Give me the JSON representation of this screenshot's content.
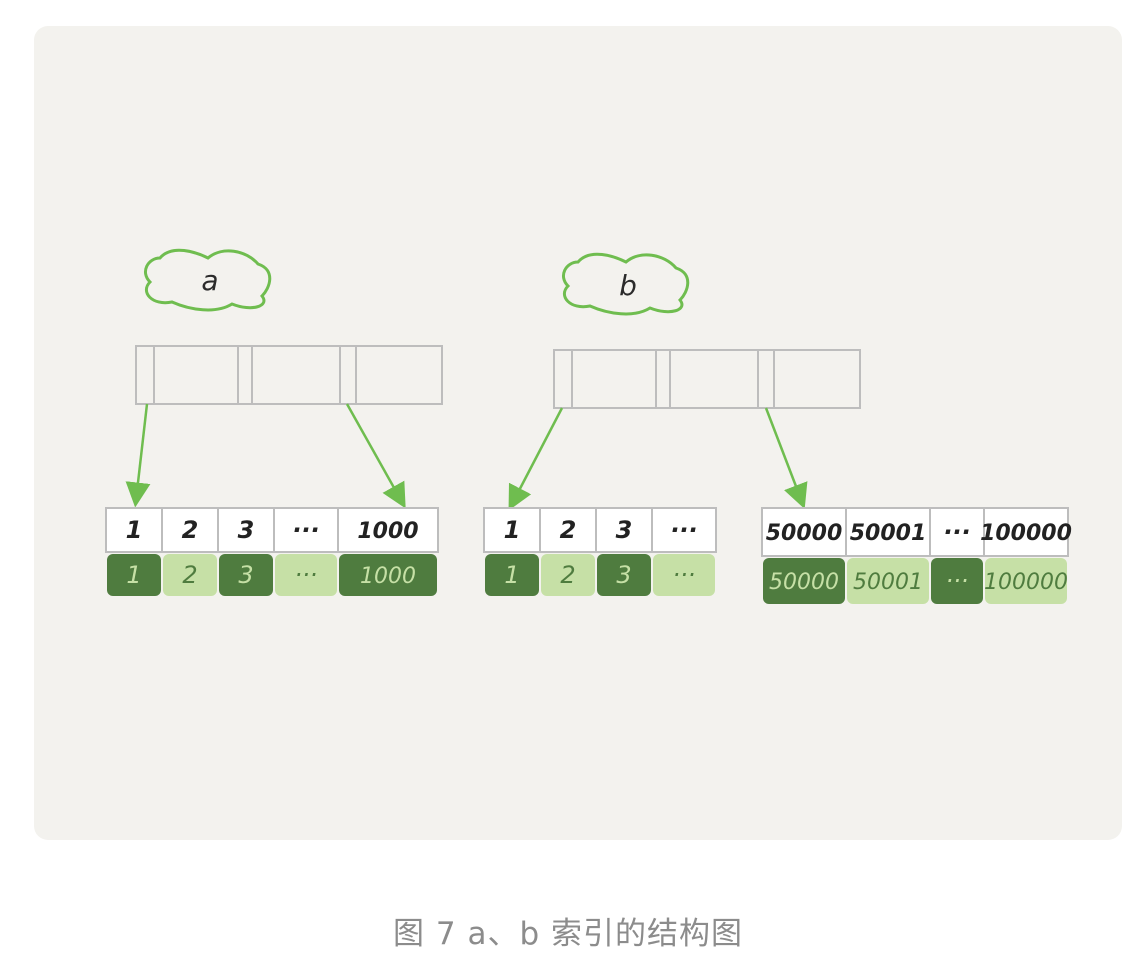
{
  "caption": "图 7 a、b 索引的结构图",
  "colors": {
    "dark_green": "#4f7c3f",
    "light_green": "#c6e0a6",
    "arrow_green": "#6fbd4f",
    "cell_border": "#bdbdbd"
  },
  "indexes": [
    {
      "label": "a",
      "leaves": [
        {
          "keys": [
            "1",
            "2",
            "3",
            "···",
            "1000"
          ],
          "ids": [
            "1",
            "2",
            "3",
            "···",
            "1000"
          ],
          "id_shade": [
            "dark",
            "light",
            "dark",
            "light",
            "dark"
          ]
        }
      ]
    },
    {
      "label": "b",
      "leaves": [
        {
          "keys": [
            "1",
            "2",
            "3",
            "···"
          ],
          "ids": [
            "1",
            "2",
            "3",
            "···"
          ],
          "id_shade": [
            "dark",
            "light",
            "dark",
            "light"
          ]
        },
        {
          "keys": [
            "50000",
            "50001",
            "···",
            "100000"
          ],
          "ids": [
            "50000",
            "50001",
            "···",
            "100000"
          ],
          "id_shade": [
            "dark",
            "light",
            "dark",
            "light"
          ]
        }
      ]
    }
  ]
}
